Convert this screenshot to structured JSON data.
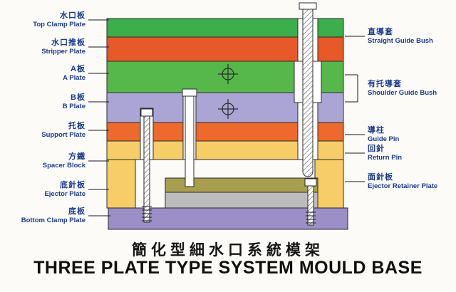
{
  "labels": {
    "left": [
      {
        "zh": "水口板",
        "en": "Top Clamp Plate"
      },
      {
        "zh": "水口推板",
        "en": "Stripper Plate"
      },
      {
        "zh": "A板",
        "en": "A Plate"
      },
      {
        "zh": "B板",
        "en": "B Plate"
      },
      {
        "zh": "托板",
        "en": "Support Plate"
      },
      {
        "zh": "方鐵",
        "en": "Spacer Block"
      },
      {
        "zh": "底針板",
        "en": "Ejector Plate"
      },
      {
        "zh": "底板",
        "en": "Bottom Clamp Plate"
      }
    ],
    "right": [
      {
        "zh": "直導套",
        "en": "Straight Guide Bush"
      },
      {
        "zh": "有托導套",
        "en": "Shoulder Guide Bush"
      },
      {
        "zh": "導柱",
        "en": "Guide Pin"
      },
      {
        "zh": "回針",
        "en": "Return Pin"
      },
      {
        "zh": "面針板",
        "en": "Ejector Retainer Plate"
      }
    ]
  },
  "title": {
    "zh": "簡化型細水口系統模架",
    "en": "THREE PLATE TYPE SYSTEM MOULD BASE"
  },
  "colors": {
    "top_clamp_plate": "#3cae4b",
    "stripper_plate": "#e8592a",
    "a_plate": "#56b84a",
    "b_plate": "#aaa5d5",
    "support_plate": "#ee6a2c",
    "spacer_block": "#f7cd68",
    "ejector_retainer_plate": "#a89e4f",
    "ejector_plate": "#bcbcbc",
    "bottom_clamp_plate": "#9c8ec6",
    "label_text": "#1a3a8e",
    "title_text": "#101010"
  }
}
